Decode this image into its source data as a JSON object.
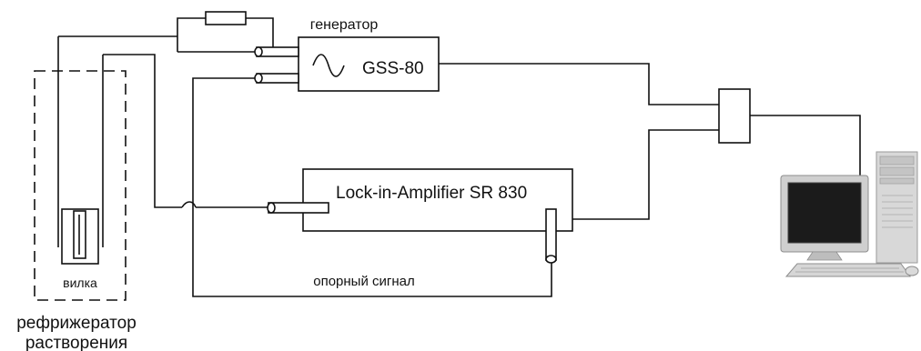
{
  "labels": {
    "generator_caption": "генератор",
    "generator_model": "GSS-80",
    "amplifier": "Lock-in-Amplifier SR 830",
    "reference_signal": "опорный сигнал",
    "fork": "вилка",
    "refrigerator_line1": "рефрижератор",
    "refrigerator_line2": "растворения"
  }
}
